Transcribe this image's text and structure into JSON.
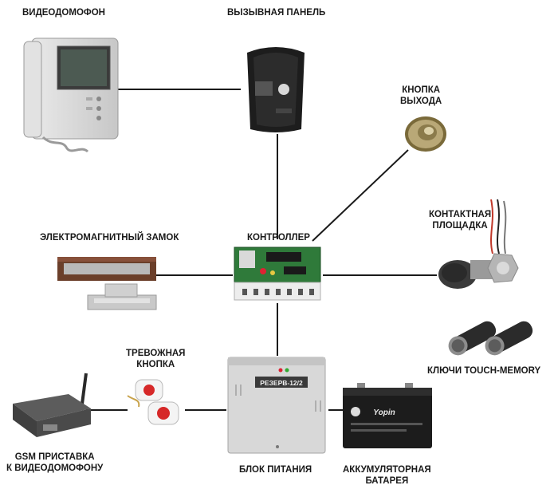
{
  "labels": {
    "videodomofon": "ВИДЕОДОМОФОН",
    "call_panel": "ВЫЗЫВНАЯ ПАНЕЛЬ",
    "exit_button_line1": "КНОПКА",
    "exit_button_line2": "ВЫХОДА",
    "contact_pad_line1": "КОНТАКТНАЯ",
    "contact_pad_line2": "ПЛОЩАДКА",
    "magnetic_lock": "ЭЛЕКТРОМАГНИТНЫЙ ЗАМОК",
    "controller": "КОНТРОЛЛЕР",
    "touch_memory_keys": "КЛЮЧИ TOUCH-MEMORY",
    "alarm_button_line1": "ТРЕВОЖНАЯ",
    "alarm_button_line2": "КНОПКА",
    "gsm_line1": "GSM ПРИСТАВКА",
    "gsm_line2": "К ВИДЕОДОМОФОНУ",
    "power_supply": "БЛОК ПИТАНИЯ",
    "battery_line1": "АККУМУЛЯТОРНАЯ",
    "battery_line2": "БАТАРЕЯ"
  },
  "device_markings": {
    "power_supply_label": "РЕЗЕРВ-12/2",
    "battery_brand": "Yopin"
  },
  "colors": {
    "line": "#1a1a1a",
    "board": "#2f7a3a",
    "metal": "#c9c9c9"
  }
}
